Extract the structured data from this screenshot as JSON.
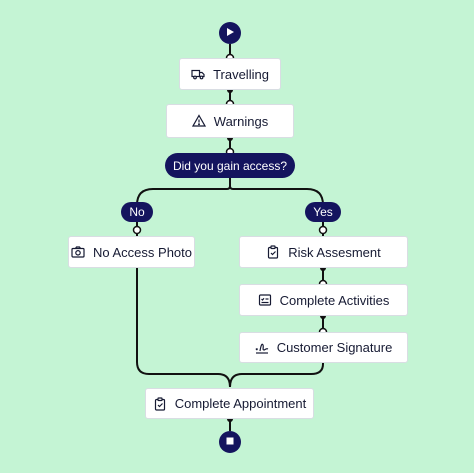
{
  "colors": {
    "background": "#c4f4d4",
    "accent": "#14145e",
    "node_fill": "#ffffff",
    "line": "#111111"
  },
  "start": {
    "icon": "play-icon"
  },
  "end": {
    "icon": "stop-icon"
  },
  "steps": {
    "travelling": {
      "label": "Travelling",
      "icon": "truck-icon"
    },
    "warnings": {
      "label": "Warnings",
      "icon": "warning-triangle-icon"
    },
    "no_access_photo": {
      "label": "No Access Photo",
      "icon": "camera-icon"
    },
    "risk_assessment": {
      "label": "Risk Assesment",
      "icon": "clipboard-icon"
    },
    "complete_activities": {
      "label": "Complete Activities",
      "icon": "checklist-icon"
    },
    "customer_signature": {
      "label": "Customer Signature",
      "icon": "signature-icon"
    },
    "complete_appointment": {
      "label": "Complete Appointment",
      "icon": "clipboard-check-icon"
    }
  },
  "decision": {
    "question": "Did you gain access?",
    "no_label": "No",
    "yes_label": "Yes"
  }
}
